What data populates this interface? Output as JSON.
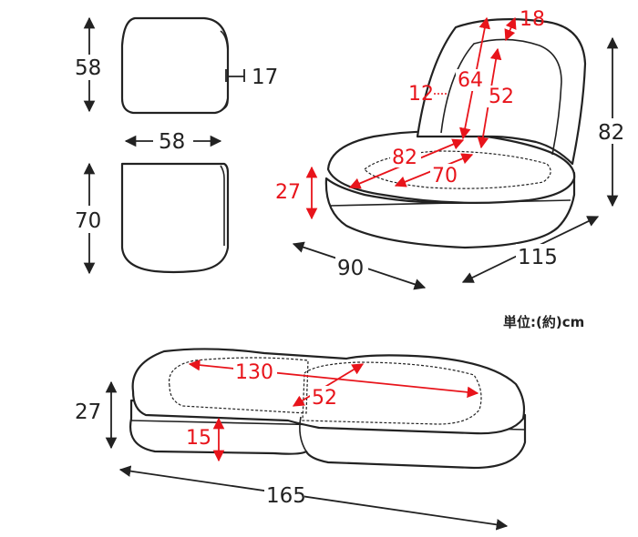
{
  "colors": {
    "dimension_black": "#222222",
    "dimension_red": "#e8141b",
    "outline": "#222222",
    "background": "#ffffff"
  },
  "unit_note": "単位:(約)cm",
  "cushion_top_view": {
    "height": "58",
    "thickness": "17",
    "width": "58"
  },
  "seat_panel_view": {
    "height": "70"
  },
  "chair_view": {
    "backrest_top_thickness": "18",
    "backrest_inner_height": "64",
    "backrest_cushion_height": "52",
    "backrest_side_thickness": "12",
    "total_height": "82",
    "seat_width": "82",
    "seat_cushion_width": "70",
    "seat_height": "27",
    "depth": "90",
    "width": "115"
  },
  "flat_view": {
    "inner_length": "130",
    "cushion_width": "52",
    "height": "27",
    "base_thickness": "15",
    "total_length": "165"
  }
}
